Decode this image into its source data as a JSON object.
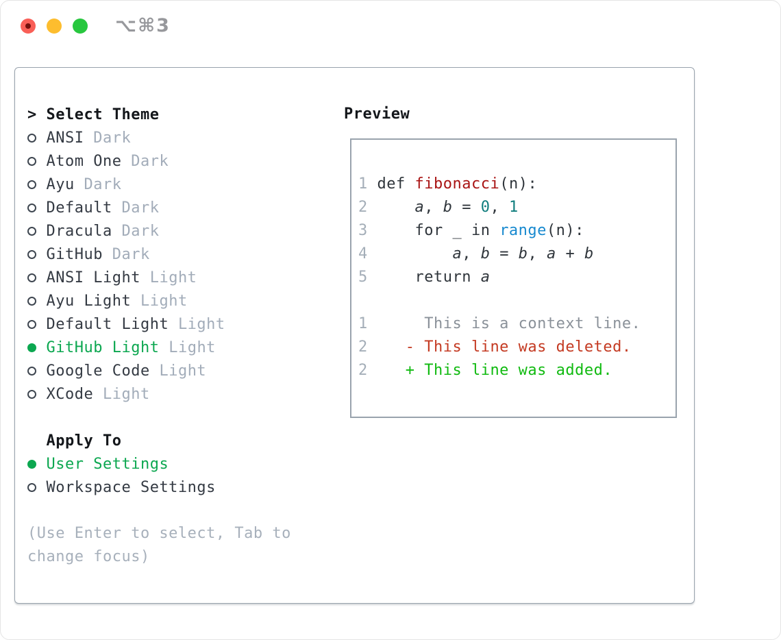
{
  "window": {
    "title": "⌥⌘3",
    "controls": [
      "close",
      "minimize",
      "zoom"
    ]
  },
  "theme_panel": {
    "prompt": ">",
    "title": "Select Theme",
    "themes": [
      {
        "name": "ANSI",
        "tag": "Dark",
        "selected": false
      },
      {
        "name": "Atom One",
        "tag": "Dark",
        "selected": false
      },
      {
        "name": "Ayu",
        "tag": "Dark",
        "selected": false
      },
      {
        "name": "Default",
        "tag": "Dark",
        "selected": false
      },
      {
        "name": "Dracula",
        "tag": "Dark",
        "selected": false
      },
      {
        "name": "GitHub",
        "tag": "Dark",
        "selected": false
      },
      {
        "name": "ANSI Light",
        "tag": "Light",
        "selected": false
      },
      {
        "name": "Ayu Light",
        "tag": "Light",
        "selected": false
      },
      {
        "name": "Default Light",
        "tag": "Light",
        "selected": false
      },
      {
        "name": "GitHub Light",
        "tag": "Light",
        "selected": true
      },
      {
        "name": "Google Code",
        "tag": "Light",
        "selected": false
      },
      {
        "name": "XCode",
        "tag": "Light",
        "selected": false
      }
    ],
    "apply_to": {
      "label": "Apply To",
      "options": [
        {
          "name": "User Settings",
          "selected": true
        },
        {
          "name": "Workspace Settings",
          "selected": false
        }
      ]
    },
    "help": [
      "(Use Enter to select, Tab to",
      "change focus)"
    ]
  },
  "preview": {
    "label": "Preview",
    "code_lines": [
      {
        "num": "1",
        "segments": [
          {
            "t": "def ",
            "s": "c"
          },
          {
            "t": "fibonacci",
            "s": "f"
          },
          {
            "t": "(n):",
            "s": "c"
          }
        ]
      },
      {
        "num": "2",
        "segments": [
          {
            "t": "    ",
            "s": "c"
          },
          {
            "t": "a",
            "s": "v"
          },
          {
            "t": ", ",
            "s": "c"
          },
          {
            "t": "b",
            "s": "v"
          },
          {
            "t": " = ",
            "s": "c"
          },
          {
            "t": "0",
            "s": "n"
          },
          {
            "t": ", ",
            "s": "c"
          },
          {
            "t": "1",
            "s": "n"
          }
        ]
      },
      {
        "num": "3",
        "segments": [
          {
            "t": "    for _ in ",
            "s": "c"
          },
          {
            "t": "range",
            "s": "b"
          },
          {
            "t": "(n):",
            "s": "c"
          }
        ]
      },
      {
        "num": "4",
        "segments": [
          {
            "t": "        ",
            "s": "c"
          },
          {
            "t": "a",
            "s": "v"
          },
          {
            "t": ", ",
            "s": "c"
          },
          {
            "t": "b",
            "s": "v"
          },
          {
            "t": " = ",
            "s": "c"
          },
          {
            "t": "b",
            "s": "v"
          },
          {
            "t": ", ",
            "s": "c"
          },
          {
            "t": "a",
            "s": "v"
          },
          {
            "t": " + ",
            "s": "c"
          },
          {
            "t": "b",
            "s": "v"
          }
        ]
      },
      {
        "num": "5",
        "segments": [
          {
            "t": "    return ",
            "s": "c"
          },
          {
            "t": "a",
            "s": "v"
          }
        ]
      }
    ],
    "diff_lines": [
      {
        "num": "1",
        "text": "     This is a context line.",
        "kind": "context"
      },
      {
        "num": "2",
        "text": "   - This line was deleted.",
        "kind": "deleted"
      },
      {
        "num": "2",
        "text": "   + This line was added.",
        "kind": "added"
      }
    ]
  },
  "colors": {
    "accent_green": "#0CA750",
    "diff_green": "#10BA10",
    "diff_red": "#C43A22",
    "context_gray": "#8A9199",
    "function_red": "#A91414",
    "number_teal": "#0F7D7D",
    "builtin_blue": "#1789CF",
    "line_number_gray": "#A4AEB8",
    "tag_gray": "#A2ACB9",
    "help_gray": "#A7B0BB",
    "item_dark": "#343A43",
    "header_black": "#14171B",
    "border_gray": "#99A3AD",
    "code_dark": "#2F353B",
    "traffic_red": "#F95F57",
    "traffic_red_dot": "#75110D",
    "traffic_yellow": "#FDBD2E",
    "traffic_green": "#28C73F",
    "title_gray": "#97989C"
  }
}
